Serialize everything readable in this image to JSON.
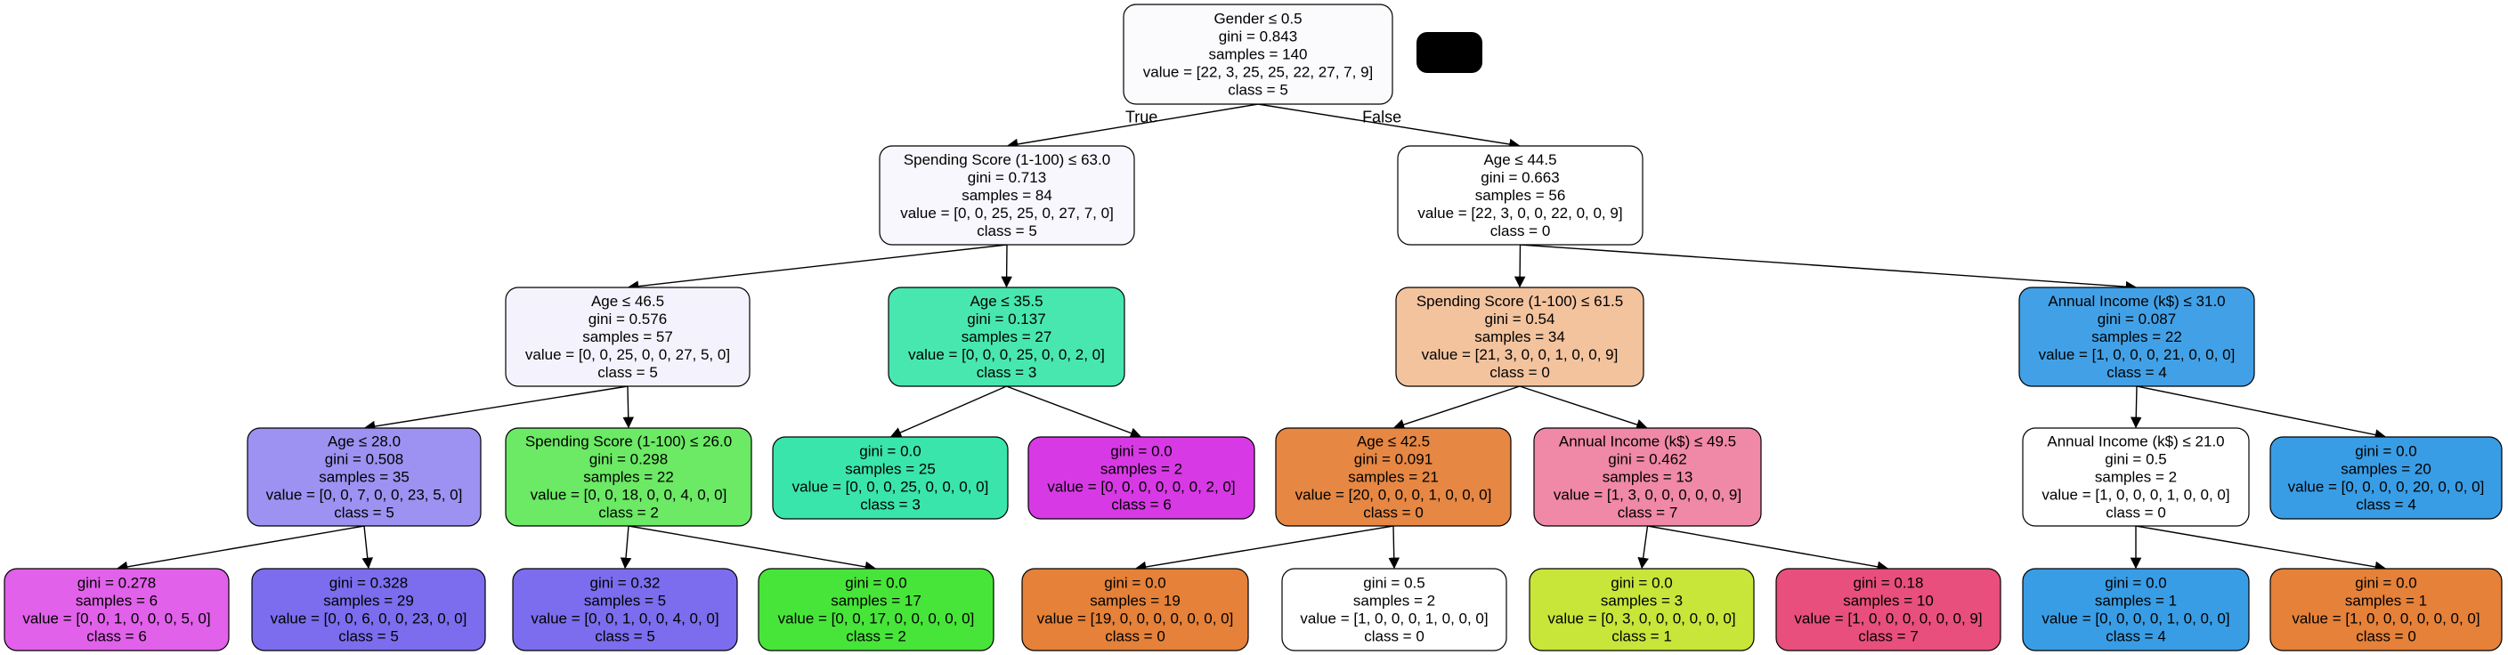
{
  "nodes": [
    {
      "id": "n0",
      "lines": [
        "Gender ≤ 0.5",
        "gini = 0.843",
        "samples = 140",
        "value = [22, 3, 25, 25, 22, 27, 7, 9]",
        "class = 5"
      ],
      "fill": "#fbfbfe"
    },
    {
      "id": "n1",
      "lines": [
        "Spending Score (1-100) ≤ 63.0",
        "gini = 0.713",
        "samples = 84",
        "value = [0, 0, 25, 25, 0, 27, 7, 0]",
        "class = 5"
      ],
      "fill": "#f8f7fe"
    },
    {
      "id": "n2",
      "lines": [
        "Age ≤ 46.5",
        "gini = 0.576",
        "samples = 57",
        "value = [0, 0, 25, 0, 0, 27, 5, 0]",
        "class = 5"
      ],
      "fill": "#f4f3fd"
    },
    {
      "id": "n3",
      "lines": [
        "Age ≤ 28.0",
        "gini = 0.508",
        "samples = 35",
        "value = [0, 0, 7, 0, 0, 23, 5, 0]",
        "class = 5"
      ],
      "fill": "#9d92f1"
    },
    {
      "id": "n4",
      "lines": [
        "gini = 0.278",
        "samples = 6",
        "value = [0, 0, 1, 0, 0, 0, 5, 0]",
        "class = 6"
      ],
      "fill": "#e161ea"
    },
    {
      "id": "n5",
      "lines": [
        "gini = 0.328",
        "samples = 29",
        "value = [0, 0, 6, 0, 0, 23, 0, 0]",
        "class = 5"
      ],
      "fill": "#7b6ded"
    },
    {
      "id": "n6",
      "lines": [
        "Spending Score (1-100) ≤ 26.0",
        "gini = 0.298",
        "samples = 22",
        "value = [0, 0, 18, 0, 0, 4, 0, 0]",
        "class = 2"
      ],
      "fill": "#6ce965"
    },
    {
      "id": "n7",
      "lines": [
        "gini = 0.32",
        "samples = 5",
        "value = [0, 0, 1, 0, 0, 4, 0, 0]",
        "class = 5"
      ],
      "fill": "#7b6ded"
    },
    {
      "id": "n8",
      "lines": [
        "gini = 0.0",
        "samples = 17",
        "value = [0, 0, 17, 0, 0, 0, 0, 0]",
        "class = 2"
      ],
      "fill": "#47e539"
    },
    {
      "id": "n9",
      "lines": [
        "Age ≤ 35.5",
        "gini = 0.137",
        "samples = 27",
        "value = [0, 0, 0, 25, 0, 0, 2, 0]",
        "class = 3"
      ],
      "fill": "#48e7b0"
    },
    {
      "id": "n10",
      "lines": [
        "gini = 0.0",
        "samples = 25",
        "value = [0, 0, 0, 25, 0, 0, 0, 0]",
        "class = 3"
      ],
      "fill": "#39e5ab"
    },
    {
      "id": "n11",
      "lines": [
        "gini = 0.0",
        "samples = 2",
        "value = [0, 0, 0, 0, 0, 0, 2, 0]",
        "class = 6"
      ],
      "fill": "#d739e5"
    },
    {
      "id": "n12",
      "lines": [
        "Age ≤ 44.5",
        "gini = 0.663",
        "samples = 56",
        "value = [22, 3, 0, 0, 22, 0, 0, 9]",
        "class = 0"
      ],
      "fill": "#ffffff"
    },
    {
      "id": "n13",
      "lines": [
        "Spending Score (1-100) ≤ 61.5",
        "gini = 0.54",
        "samples = 34",
        "value = [21, 3, 0, 0, 1, 0, 0, 9]",
        "class = 0"
      ],
      "fill": "#f3c39e"
    },
    {
      "id": "n14",
      "lines": [
        "Age ≤ 42.5",
        "gini = 0.091",
        "samples = 21",
        "value = [20, 0, 0, 0, 1, 0, 0, 0]",
        "class = 0"
      ],
      "fill": "#e68743"
    },
    {
      "id": "n15",
      "lines": [
        "gini = 0.0",
        "samples = 19",
        "value = [19, 0, 0, 0, 0, 0, 0, 0]",
        "class = 0"
      ],
      "fill": "#e58139"
    },
    {
      "id": "n16",
      "lines": [
        "gini = 0.5",
        "samples = 2",
        "value = [1, 0, 0, 0, 1, 0, 0, 0]",
        "class = 0"
      ],
      "fill": "#ffffff"
    },
    {
      "id": "n17",
      "lines": [
        "Annual Income (k$) ≤ 49.5",
        "gini = 0.462",
        "samples = 13",
        "value = [1, 3, 0, 0, 0, 0, 0, 9]",
        "class = 7"
      ],
      "fill": "#f088a7"
    },
    {
      "id": "n18",
      "lines": [
        "gini = 0.0",
        "samples = 3",
        "value = [0, 3, 0, 0, 0, 0, 0, 0]",
        "class = 1"
      ],
      "fill": "#c8e539"
    },
    {
      "id": "n19",
      "lines": [
        "gini = 0.18",
        "samples = 10",
        "value = [1, 0, 0, 0, 0, 0, 0, 9]",
        "class = 7"
      ],
      "fill": "#e84f7d"
    },
    {
      "id": "n20",
      "lines": [
        "Annual Income (k$) ≤ 31.0",
        "gini = 0.087",
        "samples = 22",
        "value = [1, 0, 0, 0, 21, 0, 0, 0]",
        "class = 4"
      ],
      "fill": "#42a1e6"
    },
    {
      "id": "n21",
      "lines": [
        "Annual Income (k$) ≤ 21.0",
        "gini = 0.5",
        "samples = 2",
        "value = [1, 0, 0, 0, 1, 0, 0, 0]",
        "class = 0"
      ],
      "fill": "#ffffff"
    },
    {
      "id": "n22",
      "lines": [
        "gini = 0.0",
        "samples = 1",
        "value = [0, 0, 0, 0, 1, 0, 0, 0]",
        "class = 4"
      ],
      "fill": "#399de5"
    },
    {
      "id": "n23",
      "lines": [
        "gini = 0.0",
        "samples = 1",
        "value = [1, 0, 0, 0, 0, 0, 0, 0]",
        "class = 0"
      ],
      "fill": "#e58139"
    },
    {
      "id": "n24",
      "lines": [
        "gini = 0.0",
        "samples = 20",
        "value = [0, 0, 0, 0, 20, 0, 0, 0]",
        "class = 4"
      ],
      "fill": "#399de5"
    }
  ],
  "edges": [
    {
      "from": "n0",
      "to": "n1",
      "label": "True"
    },
    {
      "from": "n0",
      "to": "n12",
      "label": "False"
    },
    {
      "from": "n1",
      "to": "n2",
      "label": ""
    },
    {
      "from": "n1",
      "to": "n9",
      "label": ""
    },
    {
      "from": "n2",
      "to": "n3",
      "label": ""
    },
    {
      "from": "n2",
      "to": "n6",
      "label": ""
    },
    {
      "from": "n3",
      "to": "n4",
      "label": ""
    },
    {
      "from": "n3",
      "to": "n5",
      "label": ""
    },
    {
      "from": "n6",
      "to": "n7",
      "label": ""
    },
    {
      "from": "n6",
      "to": "n8",
      "label": ""
    },
    {
      "from": "n9",
      "to": "n10",
      "label": ""
    },
    {
      "from": "n9",
      "to": "n11",
      "label": ""
    },
    {
      "from": "n12",
      "to": "n13",
      "label": ""
    },
    {
      "from": "n12",
      "to": "n20",
      "label": ""
    },
    {
      "from": "n13",
      "to": "n14",
      "label": ""
    },
    {
      "from": "n13",
      "to": "n17",
      "label": ""
    },
    {
      "from": "n14",
      "to": "n15",
      "label": ""
    },
    {
      "from": "n14",
      "to": "n16",
      "label": ""
    },
    {
      "from": "n17",
      "to": "n18",
      "label": ""
    },
    {
      "from": "n17",
      "to": "n19",
      "label": ""
    },
    {
      "from": "n20",
      "to": "n21",
      "label": ""
    },
    {
      "from": "n20",
      "to": "n24",
      "label": ""
    },
    {
      "from": "n21",
      "to": "n22",
      "label": ""
    },
    {
      "from": "n21",
      "to": "n23",
      "label": ""
    }
  ],
  "redaction_color": "#000000",
  "edge_color": "#000000"
}
